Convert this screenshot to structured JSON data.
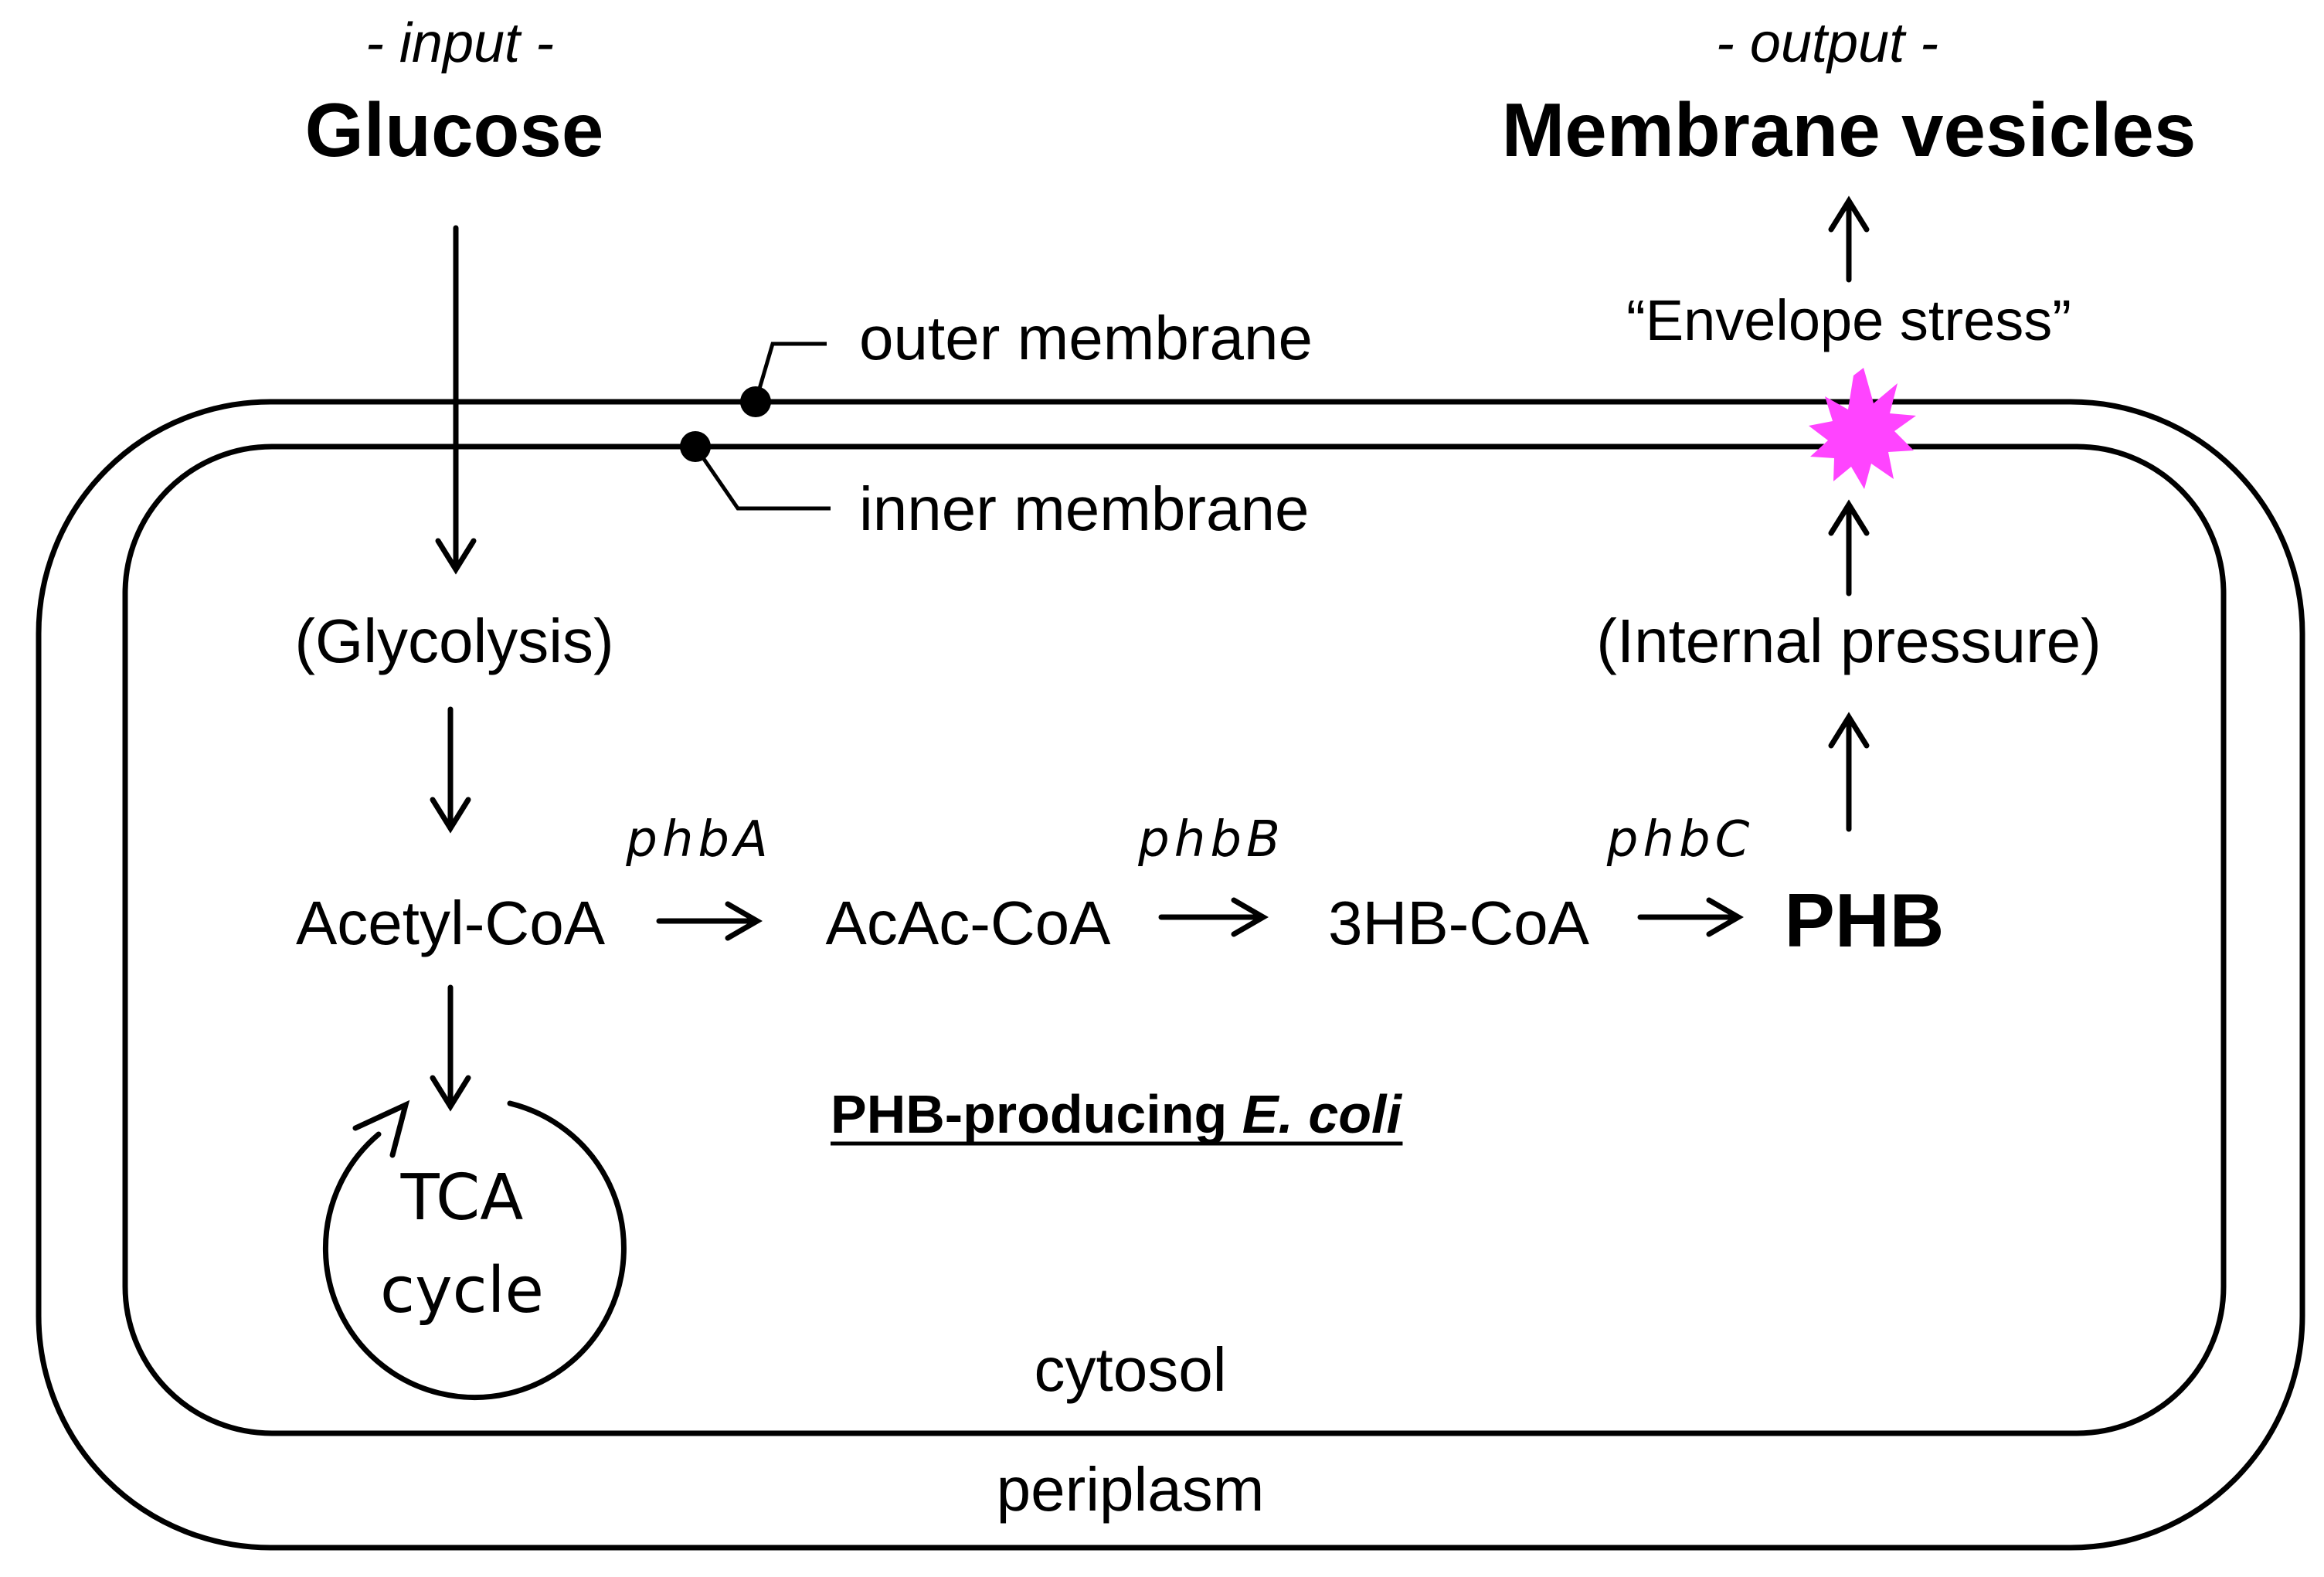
{
  "input": {
    "caption": "- input -",
    "title": "Glucose"
  },
  "output": {
    "caption": "- output -",
    "title": "Membrane vesicles"
  },
  "labels": {
    "outer_membrane": "outer membrane",
    "inner_membrane": "inner membrane",
    "envelope_stress": "“Envelope stress”",
    "internal_pressure": "(Internal pressure)",
    "glycolysis": "(Glycolysis)",
    "cytosol": "cytosol",
    "periplasm": "periplasm",
    "tca_line1": "TCA",
    "tca_line2": "cycle",
    "organism_prefix": "PHB-producing ",
    "organism_italic": "E. coli"
  },
  "pathway": {
    "metabolites": [
      "Acetyl-CoA",
      "AcAc-CoA",
      "3HB-CoA",
      "PHB"
    ],
    "genes": [
      "phbA",
      "phbB",
      "phbC"
    ]
  },
  "colors": {
    "stroke": "#000000",
    "burst": "#ff44ff",
    "background": "#ffffff"
  }
}
